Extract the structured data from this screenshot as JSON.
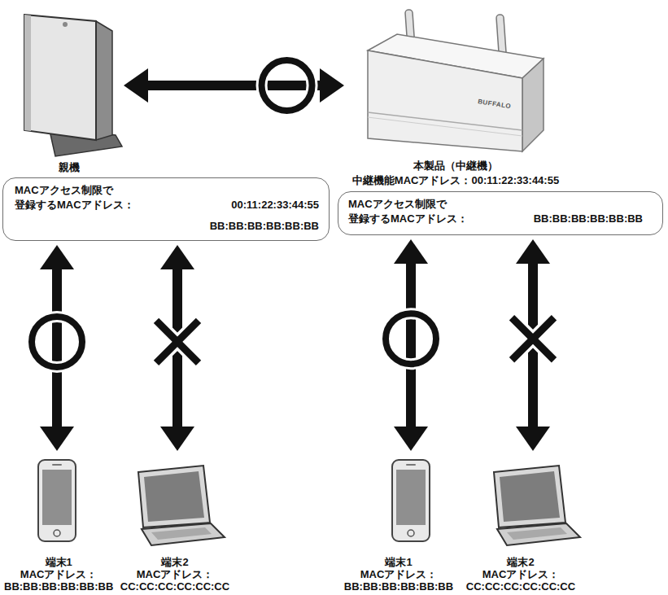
{
  "diagram": {
    "nodes": [
      {
        "text": [
          "親機"
        ]
      },
      {
        "text": [
          "本製品（中継機）",
          "中継機能MACアドレス：00:11:22:33:44:55"
        ]
      },
      {
        "text": [
          "MACアクセス制限で 登録するMACアドレス：",
          "00:11:22:33:44:55",
          "BB:BB:BB:BB:BB:BB"
        ]
      },
      {
        "text": [
          "MACアクセス制限で 登録するMACアドレス：",
          "BB:BB:BB:BB:BB:BB"
        ]
      },
      {
        "text": [
          "端末1",
          "MACアドレス：",
          "BB:BB:BB:BB:BB:BB"
        ]
      },
      {
        "text": [
          "端末2",
          "MACアドレス：",
          "CC:CC:CC:CC:CC:CC"
        ]
      },
      {
        "text": [
          "端末1",
          "MACアドレス：",
          "BB:BB:BB:BB:BB:BB"
        ]
      },
      {
        "text": [
          "端末2",
          "MACアドレス：",
          "CC:CC:CC:CC:CC:CC"
        ]
      }
    ],
    "edges": [
      {
        "from": 0,
        "to": 1,
        "arrow": "both"
      },
      {
        "from": 2,
        "to": 4,
        "arrow": "both"
      },
      {
        "from": 2,
        "to": 5,
        "arrow": "both"
      },
      {
        "from": 3,
        "to": 6,
        "arrow": "both"
      },
      {
        "from": 3,
        "to": 7,
        "arrow": "both"
      }
    ],
    "labels": [
      "BUFFALO"
    ]
  }
}
